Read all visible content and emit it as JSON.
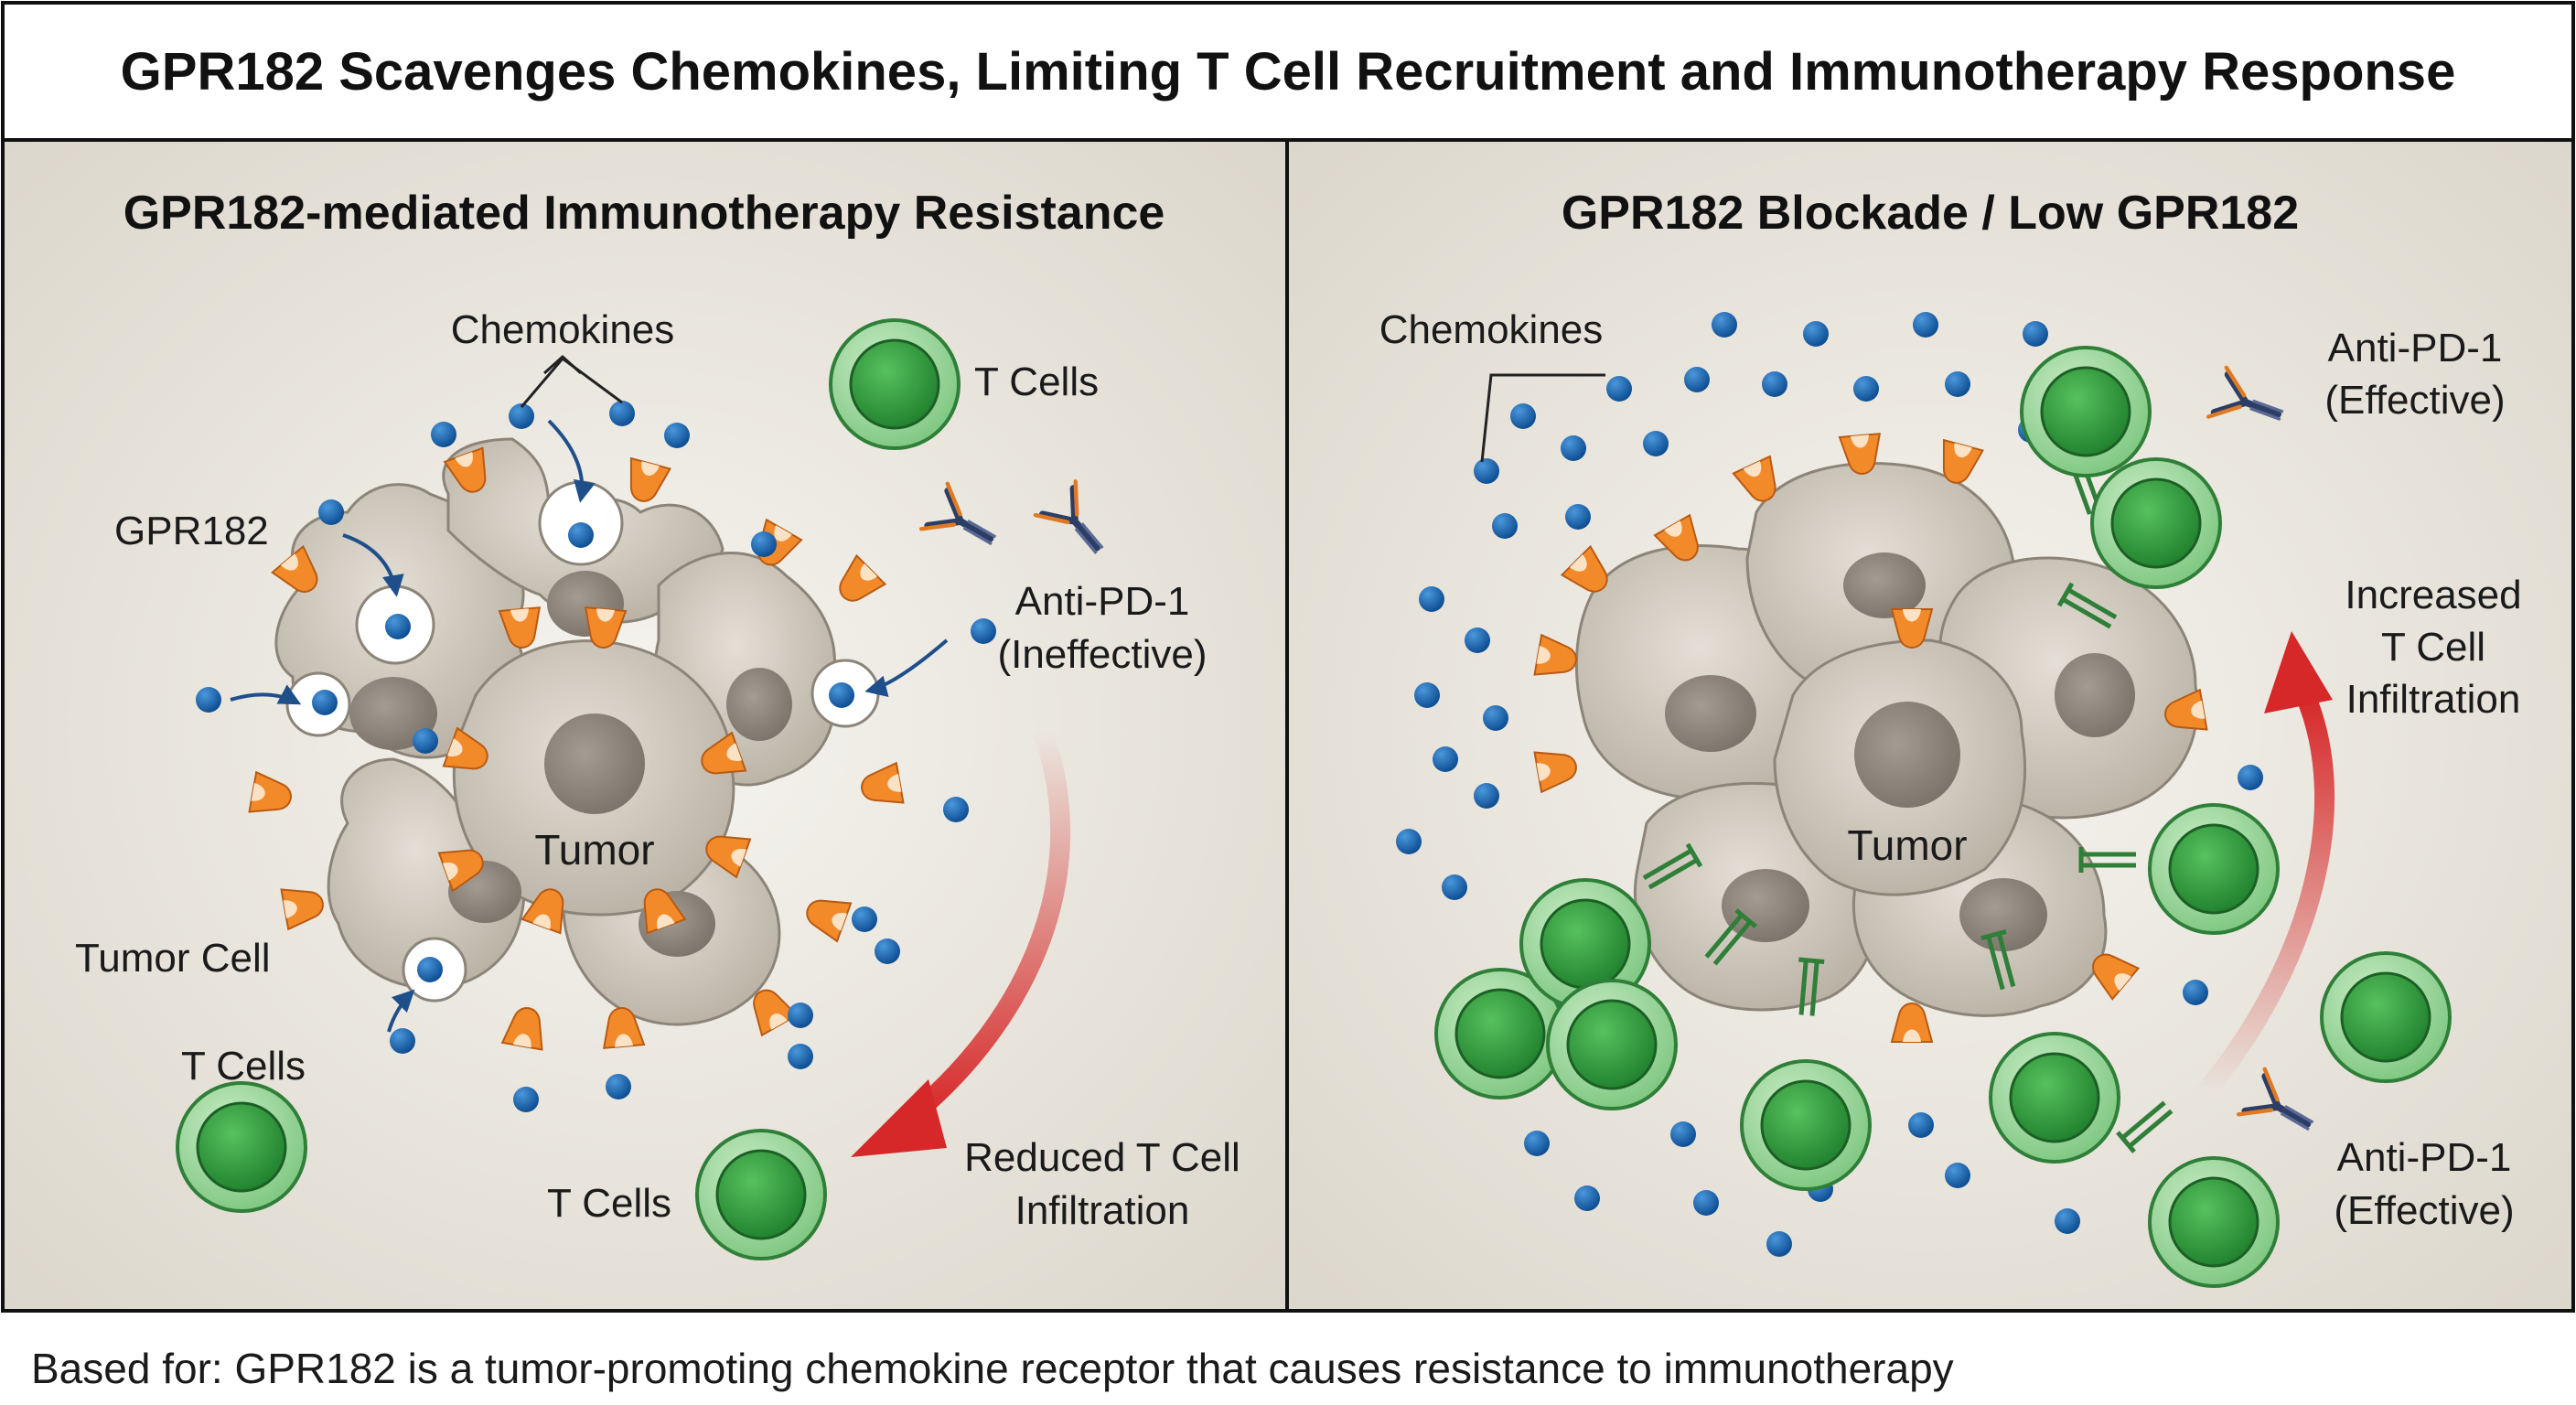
{
  "title": "GPR182 Scavenges Chemokines, Limiting T Cell Recruitment and Immunotherapy Response",
  "left_panel": {
    "heading": "GPR182-mediated Immunotherapy Resistance",
    "labels": {
      "chemokines": "Chemokines",
      "gpr182": "GPR182",
      "tumor_cell": "Tumor Cell",
      "tumor": "Tumor",
      "t_cells_top": "T Cells",
      "t_cells_left": "T Cells",
      "t_cells_bottom": "T Cells",
      "antipd1_line1": "Anti-PD-1",
      "antipd1_line2": "(Ineffective)",
      "reduced_line1": "Reduced T Cell",
      "reduced_line2": "Infiltration"
    }
  },
  "right_panel": {
    "heading": "GPR182 Blockade / Low GPR182",
    "labels": {
      "chemokines": "Chemokines",
      "tumor": "Tumor",
      "antipd1_top_line1": "Anti-PD-1",
      "antipd1_top_line2": "(Effective)",
      "increased_line1": "Increased",
      "increased_line2": "T Cell",
      "increased_line3": "Infiltration",
      "antipd1_bottom_line1": "Anti-PD-1",
      "antipd1_bottom_line2": "(Effective)"
    }
  },
  "footer": "Based for: GPR182 is a tumor-promoting chemokine receptor that causes resistance to immunotherapy",
  "colors": {
    "chemokine": "#1f6fb8",
    "receptor": "#f28a2a",
    "t_cell": "#3fa34d",
    "tumor_cell": "#cdc6bb",
    "arrow": "#d62828",
    "panel_bg": "#ebe7df"
  }
}
